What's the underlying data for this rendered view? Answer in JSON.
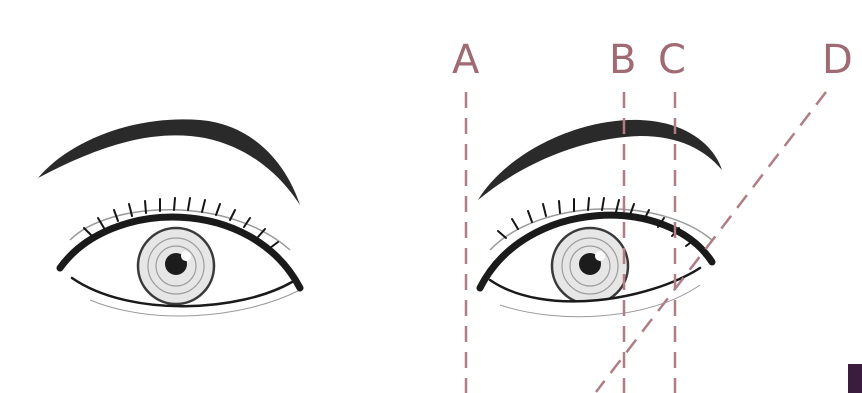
{
  "diagram": {
    "guides": [
      {
        "id": "A",
        "label": "A"
      },
      {
        "id": "B",
        "label": "B"
      },
      {
        "id": "C",
        "label": "C"
      },
      {
        "id": "D",
        "label": "D"
      }
    ]
  },
  "colors": {
    "guide": "#b07d84",
    "guide_label": "#a06a72",
    "ink": "#1a1a1a",
    "corner_mark": "#3b1b3e"
  }
}
